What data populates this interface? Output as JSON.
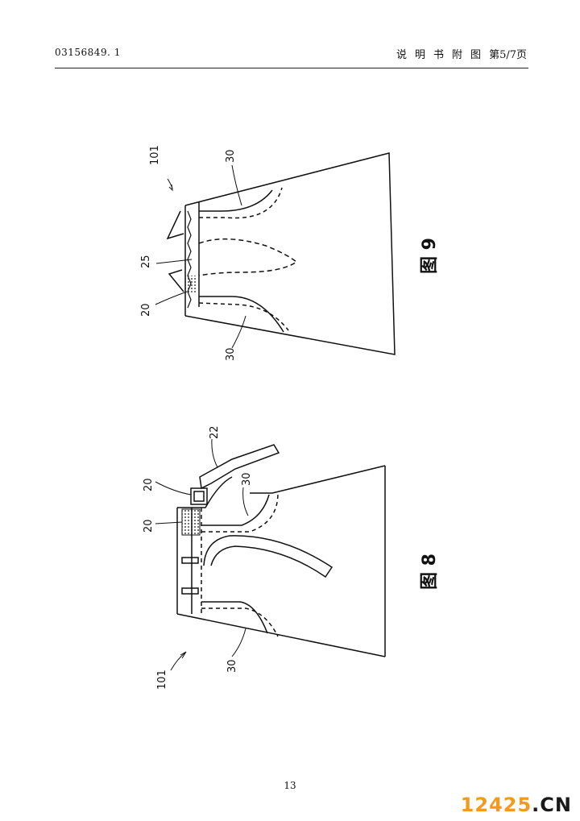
{
  "header": {
    "doc_number": "03156849. 1",
    "chars": [
      "说",
      "明",
      "书",
      "附",
      "图"
    ],
    "page_of": "第5/7页"
  },
  "figure9": {
    "title": "图 9",
    "ref_101": "101",
    "ref_30_top": "30",
    "ref_30_bottom": "30",
    "ref_25": "25",
    "ref_20": "20"
  },
  "figure8": {
    "title": "图 8",
    "ref_101": "101",
    "ref_22": "22",
    "ref_20_a": "20",
    "ref_20_b": "20",
    "ref_30_a": "30",
    "ref_30_b": "30"
  },
  "footer": {
    "page_number": "13"
  },
  "watermark": {
    "number": "12425",
    "domain": ".CN"
  }
}
